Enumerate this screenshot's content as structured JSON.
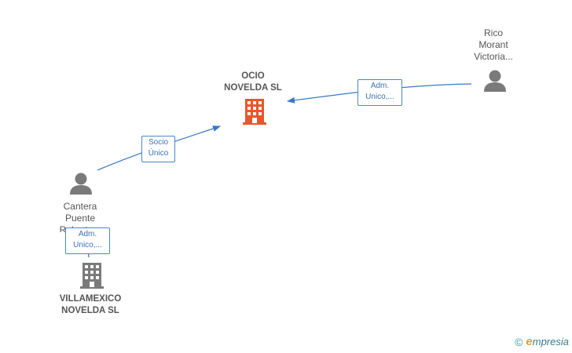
{
  "colors": {
    "edge": "#3a78c8",
    "person_icon": "#7a7a7a",
    "main_company": "#e8562a",
    "other_company": "#7a7a7a"
  },
  "nodes": {
    "main_company": {
      "name": "OCIO\nNOVELDA  SL",
      "icon": "building-icon"
    },
    "person_rico": {
      "name": "Rico\nMorant\nVictoria...",
      "icon": "person-icon"
    },
    "person_cantera": {
      "name": "Cantera\nPuente\nRoberto...",
      "icon": "person-icon"
    },
    "villamexico": {
      "name": "VILLAMEXICO\nNOVELDA SL",
      "icon": "building-icon"
    }
  },
  "edges": {
    "rico_to_ocio": {
      "label": "Adm.\nUnico,..."
    },
    "cantera_to_ocio": {
      "label": "Socio\nÚnico"
    },
    "cantera_to_villamexico": {
      "label": "Adm.\nUnico,..."
    }
  },
  "footer": {
    "copyright_symbol": "©",
    "brand_initial": "e",
    "brand_rest": "mpresia"
  }
}
